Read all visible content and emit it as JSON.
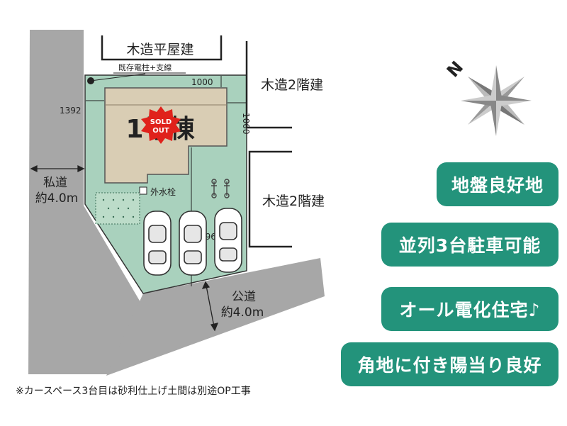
{
  "site_plan": {
    "neighbor_top": "木造平屋建",
    "utility_pole": "既存電柱+支線",
    "dimension_1000_top": "1000",
    "dimension_1000_right": "1000",
    "dimension_1392": "1392",
    "building_label": "1号棟",
    "sold_out_line1": "SOLD",
    "sold_out_line2": "OUT",
    "neighbor_right_upper": "木造2階建",
    "neighbor_right_lower": "木造2階建",
    "private_road_line1": "私道",
    "private_road_line2": "約4.0m",
    "outdoor_faucet": "外水栓",
    "dimension_7965": "7965",
    "public_road_line1": "公道",
    "public_road_line2": "約4.0m",
    "north_label": "N"
  },
  "features": [
    "地盤良好地",
    "並列3台駐車可能",
    "オール電化住宅♪",
    "角地に付き陽当り良好"
  ],
  "footnote": "※カースペース3台目は砂利仕上げ土間は別途OP工事",
  "colors": {
    "lot_fill": "#a9d1bd",
    "building_fill": "#d9cdb4",
    "road_fill": "#a7a7a7",
    "badge_fill": "#23937b",
    "sold_out_red": "#e0211b"
  }
}
